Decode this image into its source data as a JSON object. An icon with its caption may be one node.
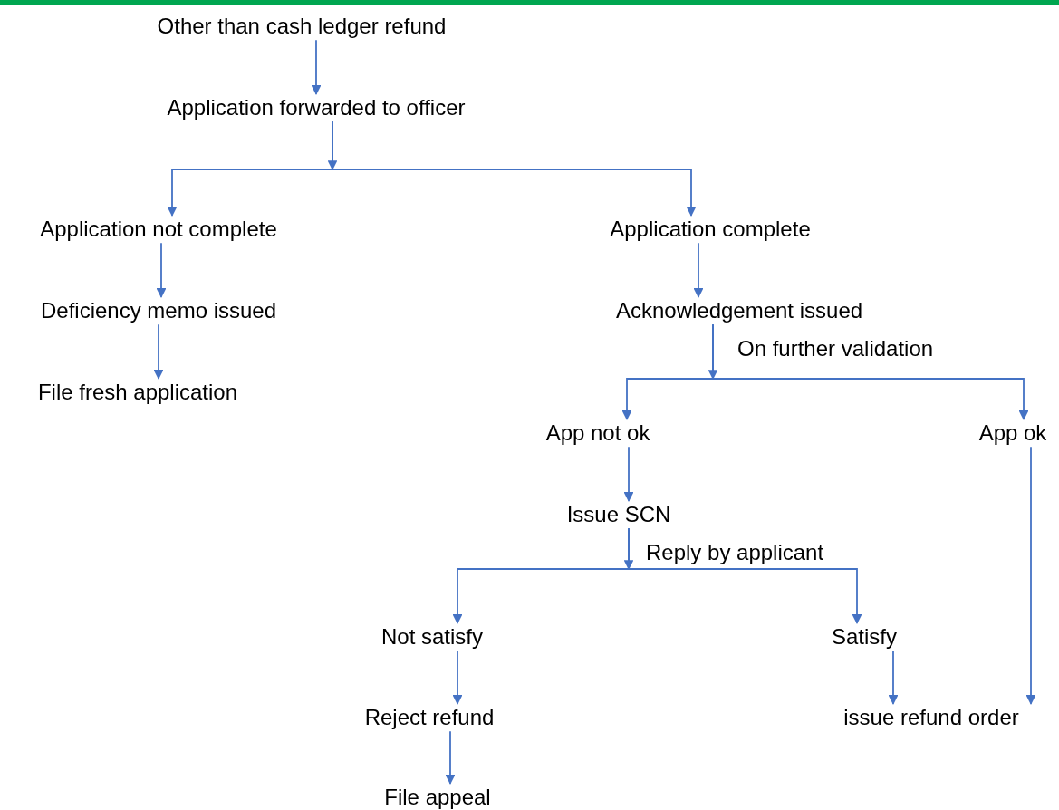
{
  "diagram": {
    "nodes": [
      {
        "text": [
          "Other than cash ledger refund"
        ]
      },
      {
        "text": [
          "Application forwarded to officer"
        ]
      },
      {
        "text": [
          "Application not complete"
        ]
      },
      {
        "text": [
          "Application complete"
        ]
      },
      {
        "text": [
          "Deficiency memo issued"
        ]
      },
      {
        "text": [
          "File fresh application"
        ]
      },
      {
        "text": [
          "Acknowledgement issued"
        ]
      },
      {
        "text": [
          "App not ok"
        ]
      },
      {
        "text": [
          "App ok"
        ]
      },
      {
        "text": [
          "Issue SCN"
        ]
      },
      {
        "text": [
          "Not satisfy"
        ]
      },
      {
        "text": [
          "Satisfy"
        ]
      },
      {
        "text": [
          "Reject refund"
        ]
      },
      {
        "text": [
          "issue refund order"
        ]
      },
      {
        "text": [
          "File appeal"
        ]
      }
    ],
    "edges": [
      {
        "from": 0,
        "to": 1,
        "arrow": "to"
      },
      {
        "from": 1,
        "to": 2,
        "arrow": "to"
      },
      {
        "from": 1,
        "to": 3,
        "arrow": "to"
      },
      {
        "from": 2,
        "to": 4,
        "arrow": "to"
      },
      {
        "from": 4,
        "to": 5,
        "arrow": "to"
      },
      {
        "from": 3,
        "to": 6,
        "arrow": "to"
      },
      {
        "from": 6,
        "to": 7,
        "arrow": "to"
      },
      {
        "from": 6,
        "to": 8,
        "arrow": "to"
      },
      {
        "from": 7,
        "to": 9,
        "arrow": "to"
      },
      {
        "from": 9,
        "to": 10,
        "arrow": "to"
      },
      {
        "from": 9,
        "to": 11,
        "arrow": "to"
      },
      {
        "from": 10,
        "to": 12,
        "arrow": "to"
      },
      {
        "from": 11,
        "to": 13,
        "arrow": "to"
      },
      {
        "from": 12,
        "to": 14,
        "arrow": "to"
      },
      {
        "from": 8,
        "to": 13,
        "arrow": "to"
      }
    ],
    "labels": [
      "On further validation",
      "Reply by applicant"
    ]
  }
}
